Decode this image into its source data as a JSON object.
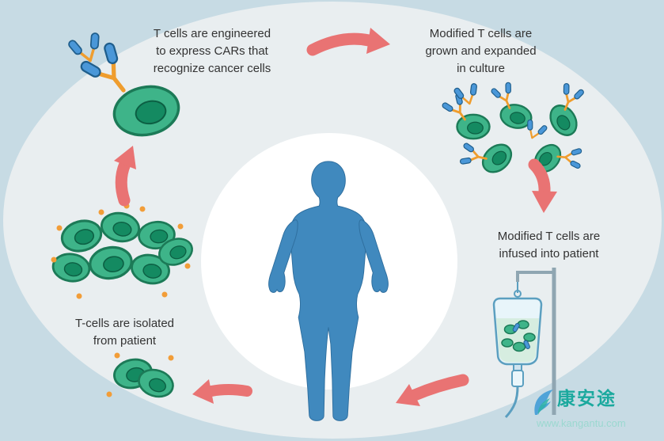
{
  "diagram": {
    "title_semantic": "CAR T-cell therapy cycle",
    "steps": {
      "engineer": {
        "label": "T cells are engineered\nto express CARs that\nrecognize cancer cells"
      },
      "expand": {
        "label": "Modified T cells are\ngrown and expanded\nin culture"
      },
      "infuse": {
        "label": "Modified T cells are\ninfused into patient"
      },
      "isolate": {
        "label": "T-cells are isolated\nfrom patient"
      }
    },
    "icons": [
      "engineered-t-cell-icon",
      "antibody-icon",
      "modified-t-cell-icon",
      "cell-icon",
      "iv-bag-icon",
      "iv-stand-icon",
      "patient-figure-icon",
      "arrow-icon",
      "feather-icon"
    ],
    "colors": {
      "background_outer": "#c7dbe4",
      "background_inner": "#e9eef0",
      "spotlight": "#ffffff",
      "arrow": "#e97373",
      "cell_body": "#3eb489",
      "cell_outline": "#1c7a57",
      "nucleus": "#148a61",
      "receptor_orange": "#ef9d2e",
      "antibody_blue": "#4a97d8",
      "dot_orange": "#f29d38",
      "human_blue": "#4089be",
      "iv_outline": "#5b9fc0",
      "text": "#333333",
      "watermark_teal": "#1ba99e",
      "watermark_url": "#9bd8d0"
    }
  },
  "watermark": {
    "brand": "康安途",
    "url": "www.kangantu.com"
  }
}
